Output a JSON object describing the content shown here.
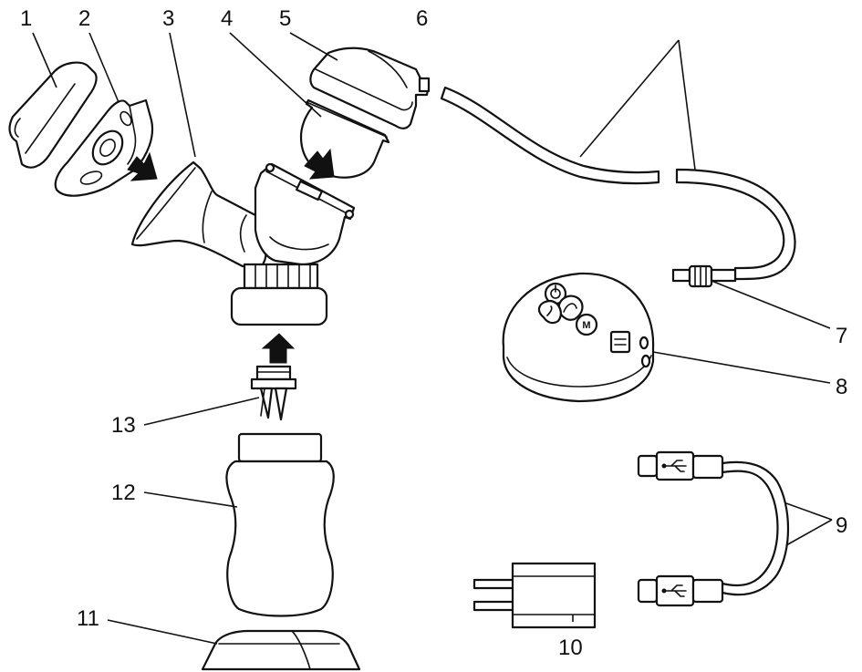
{
  "labels": {
    "l1": "1",
    "l2": "2",
    "l3": "3",
    "l4": "4",
    "l5": "5",
    "l6": "6",
    "l7": "7",
    "l8": "8",
    "l9": "9",
    "l10": "10",
    "l11": "11",
    "l12": "12",
    "l13": "13"
  },
  "control_icons": {
    "power": "power-icon",
    "mode": "M",
    "stimulation": "stimulation-icon",
    "expression": "expression-icon"
  }
}
